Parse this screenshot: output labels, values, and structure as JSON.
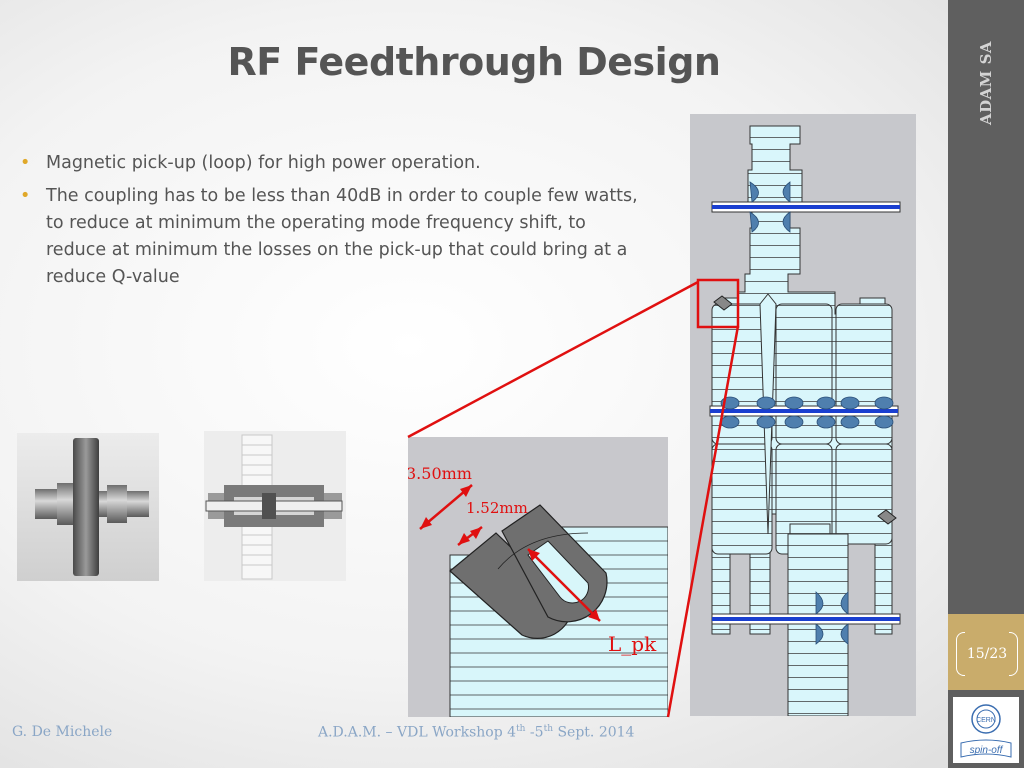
{
  "slide": {
    "title": "RF Feedthrough Design",
    "bullets": [
      "Magnetic pick-up (loop) for high power operation.",
      "The coupling has to be less than 40dB in order to couple few watts, to  reduce at minimum the operating mode frequency shift, to reduce at minimum the losses on the pick-up that could bring at a reduce Q-value"
    ],
    "bullet_symbol": "•",
    "brand": "ADAM SA",
    "page": "15/23",
    "logo": {
      "text": "CERN",
      "tag": "spin-off"
    },
    "footer": {
      "author": "G. De Michele",
      "event_prefix": "A.D.A.M. – VDL Workshop  4",
      "sup1": "th",
      "sep": " -5",
      "sup2": "th",
      "event_suffix": "  Sept. 2014"
    },
    "annotations": {
      "thickness": "3.50mm",
      "gap": "1.52mm",
      "length": "L_pk"
    }
  },
  "colors": {
    "accent": "#e0a829",
    "sidebar": "#5f5f5f",
    "page_box": "#c9ac6b",
    "highlight": "#e01010",
    "footer": "#8aa6c6"
  }
}
